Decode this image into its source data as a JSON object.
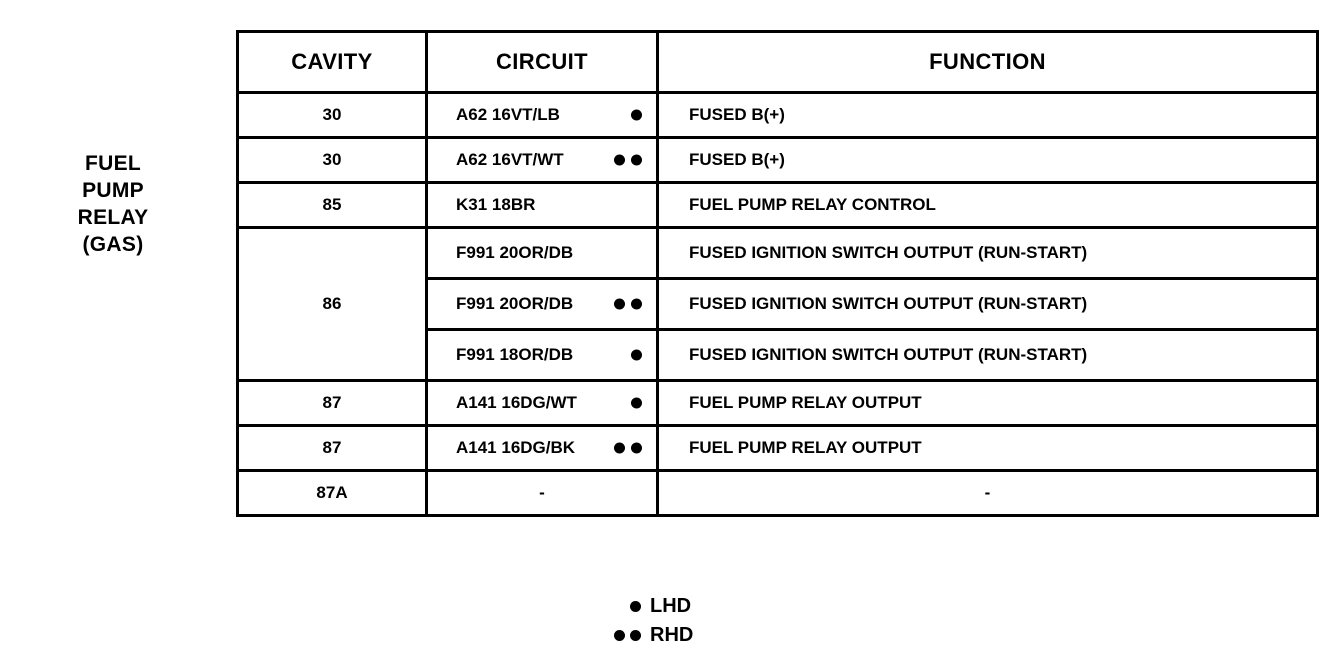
{
  "component": {
    "lines": [
      "FUEL",
      "PUMP",
      "RELAY",
      "(GAS)"
    ]
  },
  "table": {
    "headers": {
      "cavity": "CAVITY",
      "circuit": "CIRCUIT",
      "function": "FUNCTION"
    },
    "rows": [
      {
        "cavity": "30",
        "circuit": "A62 16VT/LB",
        "marker": "LHD",
        "function": "FUSED B(+)"
      },
      {
        "cavity": "30",
        "circuit": "A62 16VT/WT",
        "marker": "RHD",
        "function": "FUSED B(+)"
      },
      {
        "cavity": "85",
        "circuit": "K31 18BR",
        "marker": "none",
        "function": "FUEL PUMP RELAY CONTROL"
      },
      {
        "cavity": "86",
        "circuit": "F991 20OR/DB",
        "marker": "none",
        "function": "FUSED IGNITION SWITCH OUTPUT (RUN-START)"
      },
      {
        "cavity": "",
        "circuit": "F991 20OR/DB",
        "marker": "RHD",
        "function": "FUSED IGNITION SWITCH OUTPUT (RUN-START)"
      },
      {
        "cavity": "",
        "circuit": "F991 18OR/DB",
        "marker": "LHD",
        "function": "FUSED IGNITION SWITCH OUTPUT (RUN-START)"
      },
      {
        "cavity": "87",
        "circuit": "A141 16DG/WT",
        "marker": "LHD",
        "function": "FUEL PUMP RELAY OUTPUT"
      },
      {
        "cavity": "87",
        "circuit": "A141 16DG/BK",
        "marker": "RHD",
        "function": "FUEL PUMP RELAY OUTPUT"
      },
      {
        "cavity": "87A",
        "circuit": "-",
        "marker": "none",
        "function": "-"
      }
    ]
  },
  "legend": {
    "items": [
      {
        "dots": 1,
        "label": "LHD"
      },
      {
        "dots": 2,
        "label": "RHD"
      }
    ]
  },
  "colors": {
    "ink": "#000000",
    "paper": "#ffffff"
  }
}
